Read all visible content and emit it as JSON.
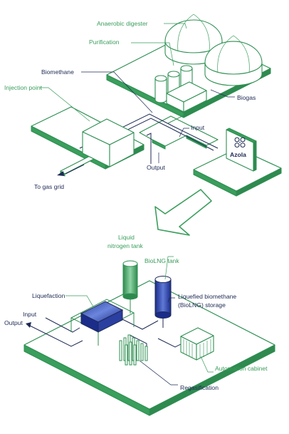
{
  "top_labels": {
    "anaerobic_digester": "Anaerobic digester",
    "purification": "Purification",
    "biomethane": "Biomethane",
    "injection_point": "Injection point",
    "biogas": "Biogas",
    "input": "Input",
    "output": "Output",
    "to_gas_grid": "To gas grid",
    "azola_logo": "Azola"
  },
  "bottom_labels": {
    "liquid_nitrogen_line1": "Liquid",
    "liquid_nitrogen_line2": "nitrogen tank",
    "biolng_tank": "BioLNG tank",
    "liquefaction": "Liquefaction",
    "liquefied_line1": "Liquefied biomethane",
    "liquefied_line2": "(BioLNG) storage",
    "input": "Input",
    "output": "Output",
    "automation_cabinet": "Automation cabinet",
    "regasification": "Regasification"
  },
  "colors": {
    "green": "#3a9e5c",
    "dark_green": "#2e8f52",
    "navy": "#1e2a55",
    "blue_tank": "#2a3fa0"
  },
  "icons": {
    "arrow": "large-down-left-arrow"
  }
}
